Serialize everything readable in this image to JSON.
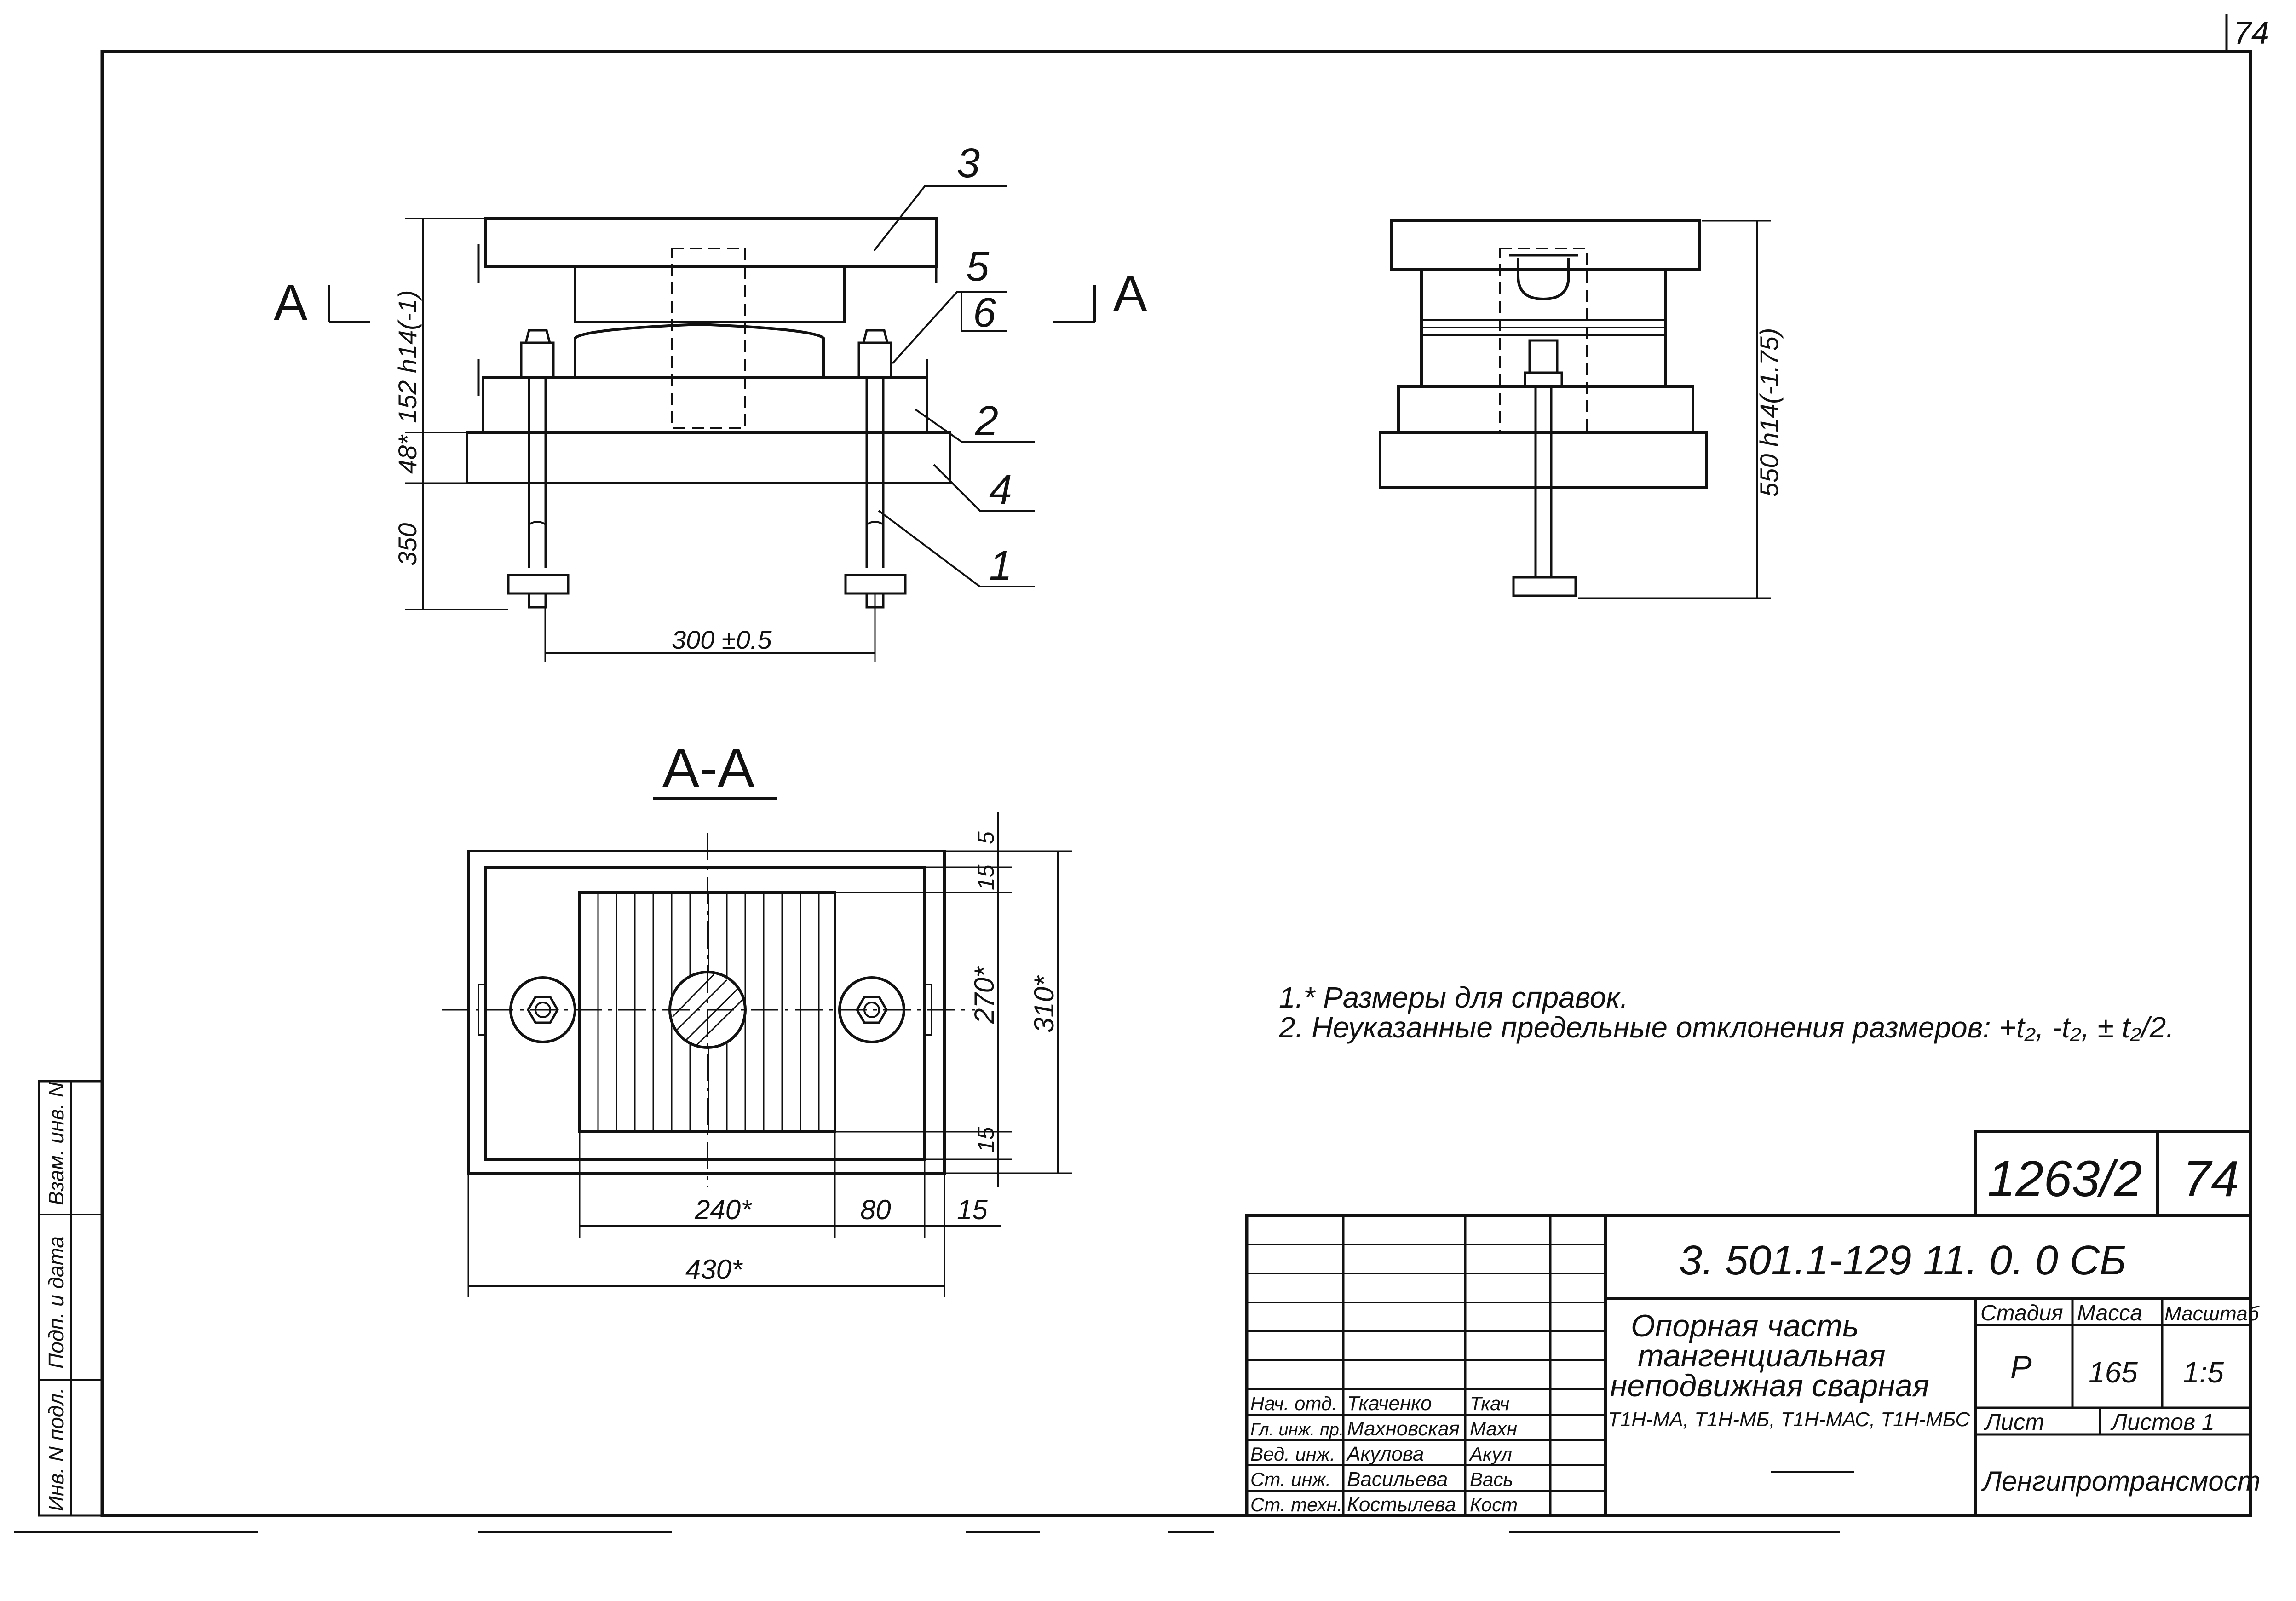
{
  "page_number": "74",
  "view_labels": {
    "section_marker": "A",
    "section_title": "A-A"
  },
  "callouts": [
    "3",
    "5",
    "6",
    "2",
    "4",
    "1"
  ],
  "dimensions": {
    "front_height": "152 h14(-1)",
    "front_plate": "48*",
    "front_bolt": "350",
    "front_spacing": "300 ±0.5",
    "side_height": "550 h14(-1.75)",
    "sec_top": "5",
    "sec_edge_top": "15",
    "sec_inner": "270*",
    "sec_total": "310*",
    "sec_edge_bottom": "15",
    "sec_w1": "240*",
    "sec_w2": "80",
    "sec_w3": "15",
    "sec_width": "430*"
  },
  "notes": {
    "note1": "1.* Размеры  для справок.",
    "note2": "2. Неуказанные предельные отклонения размеров: +t₂, -t₂, ± t₂/2."
  },
  "margin_labels": {
    "inv_podl": "Инв. N подл.",
    "podp_data": "Подп. и дата",
    "vzam_inv": "Взам. инв. N"
  },
  "title_block": {
    "sheet_ref": "1263/2",
    "sheet_ref_num": "74",
    "doc_code": "3. 501.1-129  11. 0. 0 СБ",
    "title_lines": [
      "Опорная  часть",
      "тангенциальная",
      "неподвижная  сварная",
      "Т1Н-МА, Т1Н-МБ, Т1Н-МАС, Т1Н-МБС"
    ],
    "stage_label": "Стадия",
    "mass_label": "Масса",
    "scale_label": "Масштаб",
    "stage_value": "Р",
    "mass_value": "165",
    "scale_value": "1:5",
    "sheet_label": "Лист",
    "sheets_label": "Листов 1",
    "org": "Ленгипротрансмост",
    "dash": "———",
    "staff": [
      {
        "role": "Нач. отд.",
        "name": "Ткаченко",
        "sign": "Ткач"
      },
      {
        "role": "Гл. инж. пр.",
        "name": "Махновская",
        "sign": "Махн"
      },
      {
        "role": "Вед. инж.",
        "name": "Акулова",
        "sign": "Акул"
      },
      {
        "role": "Ст. инж.",
        "name": "Васильева",
        "sign": "Вась"
      },
      {
        "role": "Ст. техн.",
        "name": "Костылева",
        "sign": "Кост"
      }
    ]
  }
}
